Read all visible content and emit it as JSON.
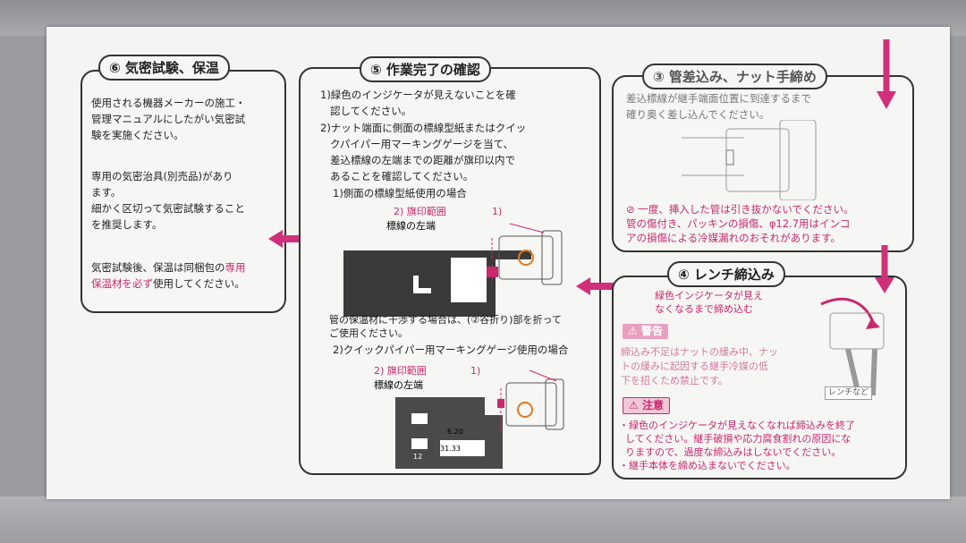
{
  "panel6": {
    "title": "⑥ 気密試験、保温",
    "para1": "使用される機器メーカーの施工・\n管理マニュアルにしたがい気密試\n験を実施ください。",
    "para2": "専用の気密治具(別売品)があり\nます。\n細かく区切って気密試験すること\nを推奨します。",
    "para3_a": "気密試験後、保温は同梱包の",
    "para3_b": "専用",
    "para3_c": "保温材を必ず",
    "para3_d": "使用してください。"
  },
  "panel5": {
    "title": "⑤ 作業完了の確認",
    "item1": "1)緑色のインジケータが見えないことを確\n   認してください。",
    "item2": "2)ナット端面に側面の標線型紙またはクイッ\n   クパイパー用マーキングゲージを当て、\n   差込標線の左端までの距離が旗印以内で\n   あることを確認してください。",
    "sub1": "1)側面の標線型紙使用の場合",
    "flag_range": "2) 旗印範囲",
    "mark_left": "標線の左端",
    "one": "1)",
    "note": "管の保温材に干渉する場合は、(②谷折り)部を折って\nご使用ください。",
    "sub2": "2)クイックパイパー用マーキングゲージ使用の場合",
    "flag_range2": "2) 旗印範囲",
    "mark_left2": "標線の左端",
    "one2": "1)",
    "gauge_a": "6.20",
    "gauge_b": "31.33",
    "gauge_c": "12"
  },
  "panel3": {
    "title": "③ 管差込み、ナット手締め",
    "line1": "差込標線が継手端面位置に到達するまで\n確り奥く差し込んでください。",
    "warn": "⊘ 一度、挿入した管は引き抜かないでください。\n管の傷付き、パッキンの損傷、φ12.7用はインコ\nアの損傷による冷媒漏れのおそれがあります。"
  },
  "panel4": {
    "title": "④ レンチ締込み",
    "callout": "緑色インジケータが見え\nなくなるまで締め込む",
    "danger_label": "警告",
    "danger_text": "締込み不足はナットの緩み中、ナッ\nトの緩みに起因する継手冷媒の低\n下を招くため禁止です。",
    "caution_label": "注意",
    "caution_text": "・緑色のインジケータが見えなくなれば締込みを終了\n  してください。継手破損や応力腐食割れの原因にな\n  りますので、過度な締込みはしないでください。\n・継手本体を締め込まないでください。",
    "wrench_label": "レンチなど"
  },
  "colors": {
    "accent": "#d0307a",
    "line": "#333333"
  }
}
